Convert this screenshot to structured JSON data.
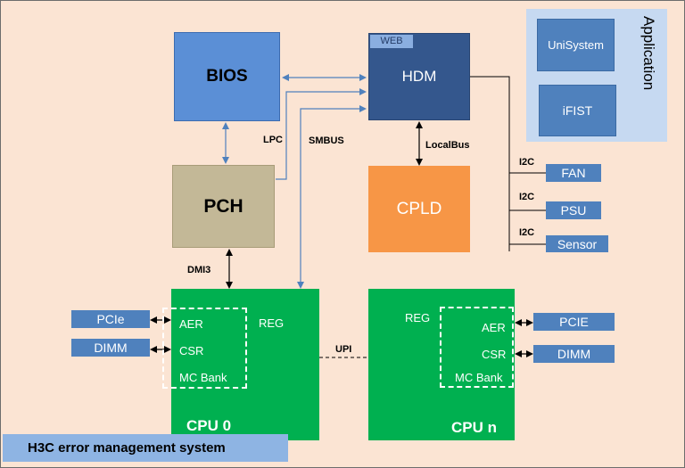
{
  "blocks": {
    "bios": "BIOS",
    "hdm": "HDM",
    "web": "WEB",
    "pch": "PCH",
    "cpld": "CPLD"
  },
  "application": {
    "title": "Application",
    "items": [
      "UniSystem",
      "iFIST"
    ]
  },
  "peripherals": {
    "fan": "FAN",
    "psu": "PSU",
    "sensor": "Sensor"
  },
  "connections": {
    "lpc": "LPC",
    "smbus": "SMBUS",
    "localbus": "LocalBus",
    "dmi3": "DMI3",
    "upi": "UPI",
    "i2c": "I2C"
  },
  "cpu0": {
    "title": "CPU  0",
    "reg": "REG",
    "aer": "AER",
    "csr": "CSR",
    "mc_bank": "MC Bank",
    "pcie": "PCIe",
    "dimm": "DIMM"
  },
  "cpun": {
    "title": "CPU  n",
    "reg": "REG",
    "aer": "AER",
    "csr": "CSR",
    "mc_bank": "MC Bank",
    "pcie": "PCIE",
    "dimm": "DIMM"
  },
  "footer": "H3C error management system",
  "colors": {
    "background": "#fbe4d3",
    "bios": "#5b8fd6",
    "hdm": "#34578d",
    "pch": "#c3b897",
    "cpld": "#f79646",
    "cpu": "#00b050",
    "peripheral": "#4f81bd",
    "application_panel": "#c6d9f1",
    "line": "#4f81bd"
  }
}
